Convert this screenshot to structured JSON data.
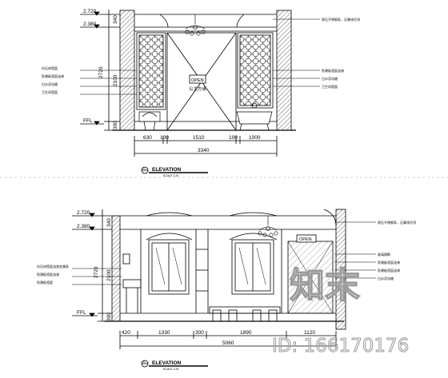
{
  "top_elevation": {
    "levels": [
      "2.720",
      "2.380",
      "FFL"
    ],
    "vertical_dims": [
      "340",
      "2720",
      "2100",
      "300"
    ],
    "horizontal_dims": [
      "630",
      "100",
      "1510",
      "100",
      "1000"
    ],
    "total_width": "3340",
    "door_sign": "OPEN",
    "door_text": "公主方桌",
    "callouts_left": [
      "仿石材墙面",
      "防潮板墙面油漆",
      "白水泥勾缝",
      "卫生间墙面"
    ],
    "callouts_right": [
      "原石不锈钢条，石膏线吊顶",
      "防潮板墙面油漆",
      "白水泥勾缝",
      "卫生间墙面"
    ],
    "title": "ELEVATION",
    "scale": "SCALE 1:25",
    "tag": "D"
  },
  "bottom_elevation": {
    "levels": [
      "2.720",
      "2.380",
      "FFL"
    ],
    "vertical_dims": [
      "340",
      "2720",
      "2100",
      "300"
    ],
    "horizontal_dims": [
      "420",
      "1330",
      "300",
      "1890",
      "1120"
    ],
    "total_width": "5060",
    "door_sign": "OPEN",
    "callouts_left": [
      "仿石材墙面油漆金属条",
      "防潮板墙面油漆",
      "防潮板墙面"
    ],
    "callouts_right": [
      "原石不锈钢条，石膏线吊顶",
      "玻璃隔断",
      "防潮板墙面油漆",
      "防潮板墙面油漆",
      "白水泥勾缝"
    ],
    "title": "ELEVATION",
    "scale": "SCALE 1:25",
    "tag": "D"
  },
  "watermark": {
    "logo_text": "知末",
    "id_text": "ID: 166170176"
  }
}
